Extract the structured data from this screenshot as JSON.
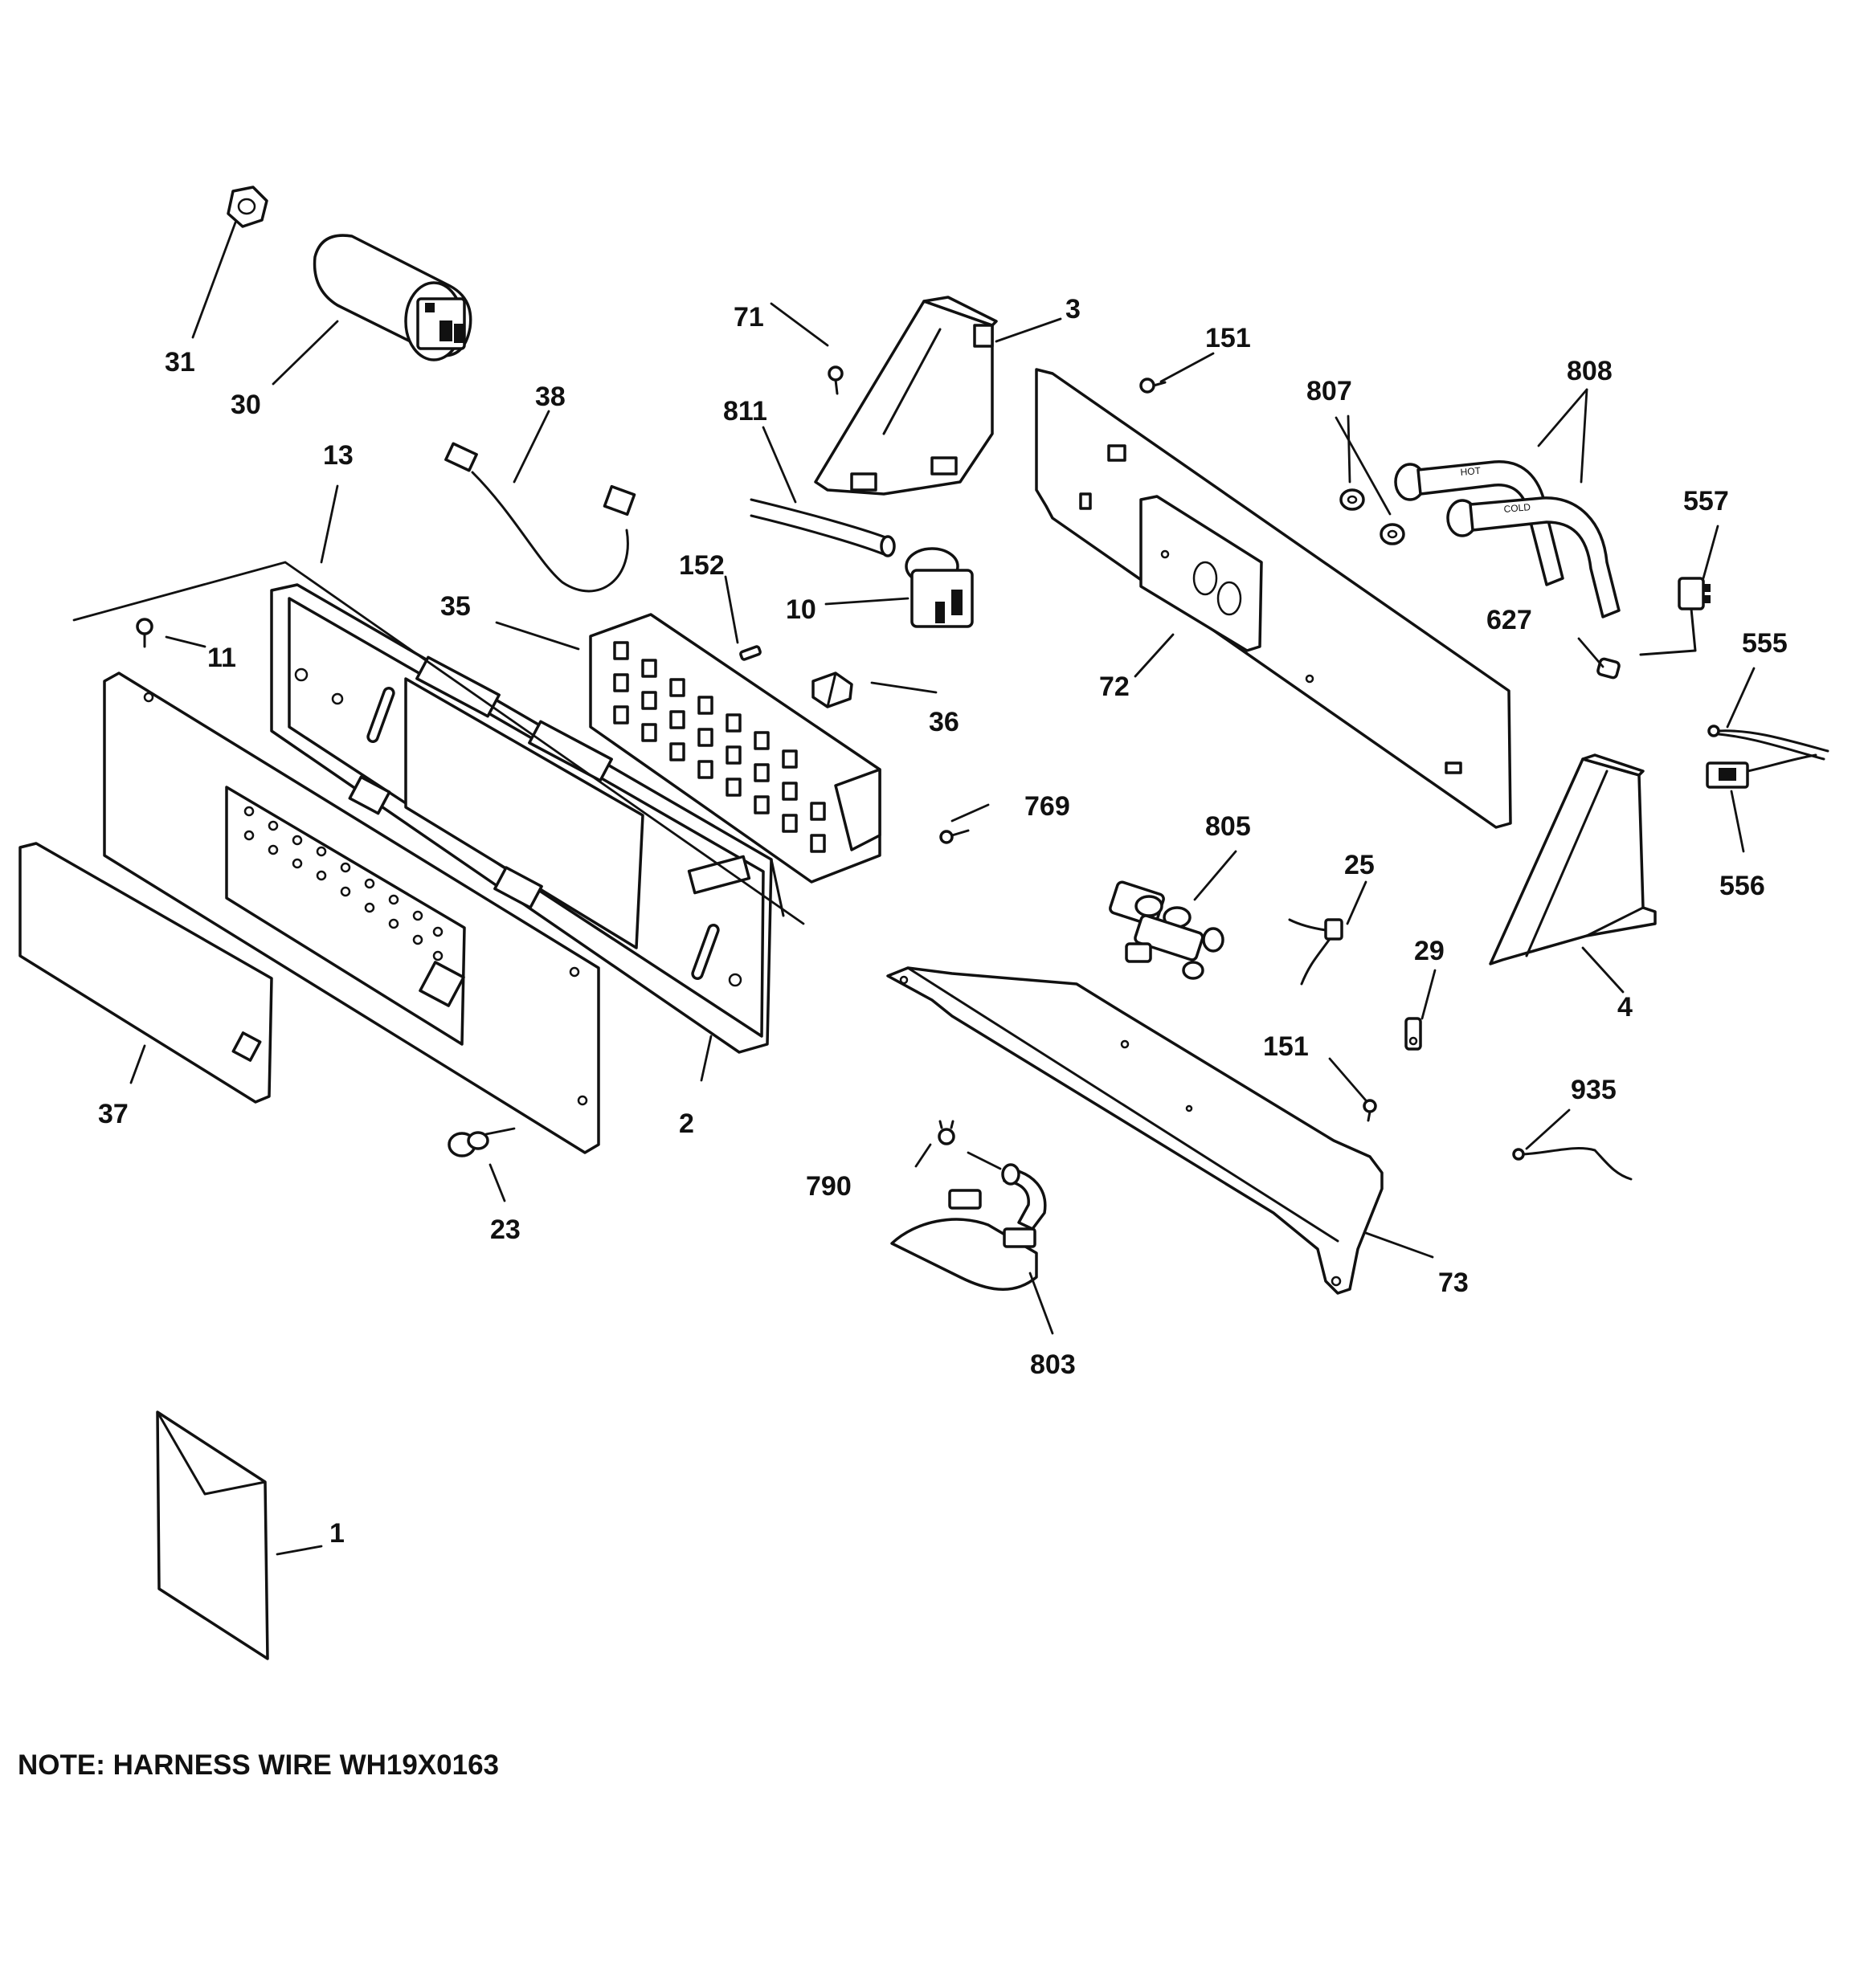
{
  "note": "NOTE: HARNESS WIRE WH19X0163",
  "callouts": {
    "c1": "1",
    "c2": "2",
    "c3": "3",
    "c4": "4",
    "c10": "10",
    "c11": "11",
    "c13": "13",
    "c23": "23",
    "c25": "25",
    "c29": "29",
    "c30": "30",
    "c31": "31",
    "c35": "35",
    "c36": "36",
    "c37": "37",
    "c38": "38",
    "c71": "71",
    "c72": "72",
    "c73": "73",
    "c151a": "151",
    "c151b": "151",
    "c152": "152",
    "c555": "555",
    "c556": "556",
    "c557": "557",
    "c627": "627",
    "c769": "769",
    "c790": "790",
    "c803": "803",
    "c805": "805",
    "c807": "807",
    "c808": "808",
    "c811": "811",
    "c935": "935"
  },
  "hose_labels": {
    "hot": "HOT",
    "cold": "COLD"
  }
}
